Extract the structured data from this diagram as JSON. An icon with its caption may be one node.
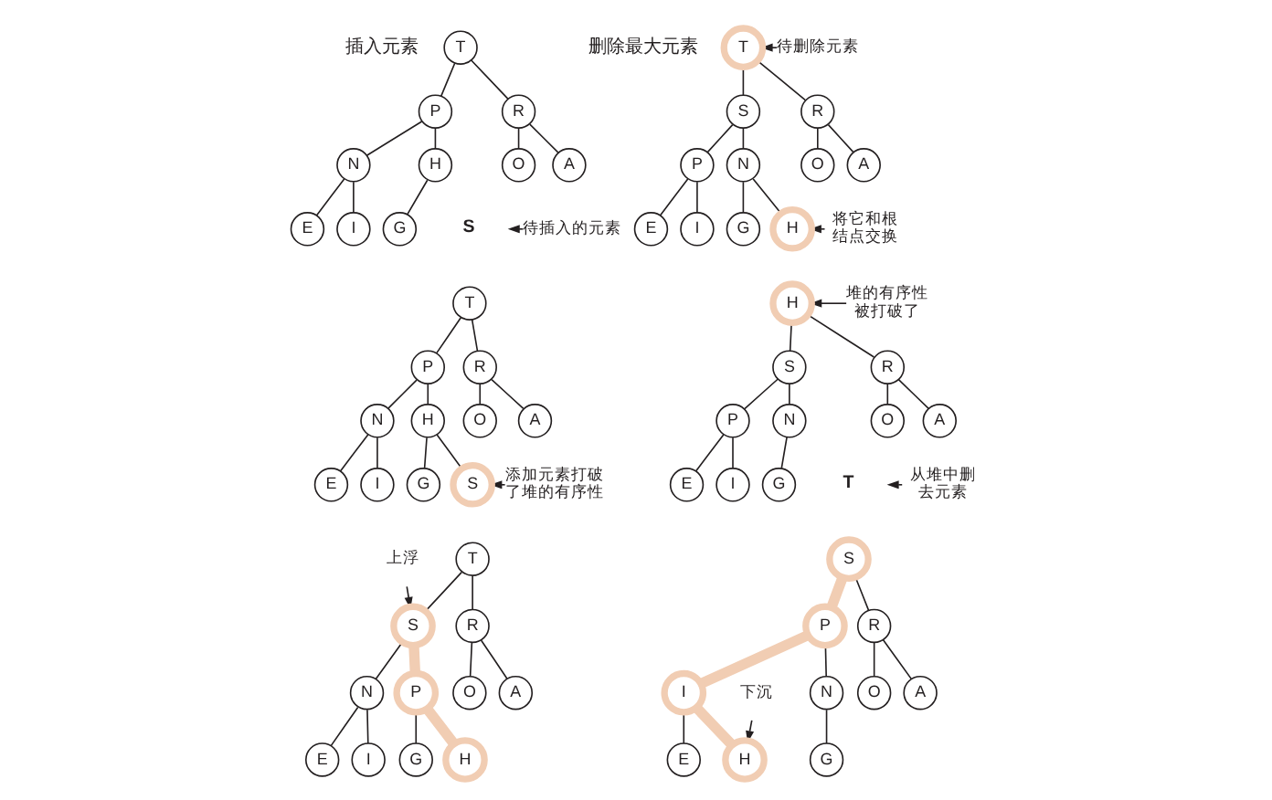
{
  "diagram": {
    "nodes": [
      {
        "text": [
          "T"
        ]
      },
      {
        "text": [
          "P"
        ]
      },
      {
        "text": [
          "R"
        ]
      },
      {
        "text": [
          "N"
        ]
      },
      {
        "text": [
          "H"
        ]
      },
      {
        "text": [
          "O"
        ]
      },
      {
        "text": [
          "A"
        ]
      },
      {
        "text": [
          "E"
        ]
      },
      {
        "text": [
          "I"
        ]
      },
      {
        "text": [
          "G"
        ]
      },
      {
        "text": [
          "S"
        ]
      },
      {
        "text": [
          "待插入的元素"
        ]
      },
      {
        "text": [
          "T"
        ]
      },
      {
        "text": [
          "待删除元素"
        ]
      },
      {
        "text": [
          "S"
        ]
      },
      {
        "text": [
          "R"
        ]
      },
      {
        "text": [
          "P"
        ]
      },
      {
        "text": [
          "N"
        ]
      },
      {
        "text": [
          "O"
        ]
      },
      {
        "text": [
          "A"
        ]
      },
      {
        "text": [
          "E"
        ]
      },
      {
        "text": [
          "I"
        ]
      },
      {
        "text": [
          "G"
        ]
      },
      {
        "text": [
          "H"
        ]
      },
      {
        "text": [
          "将它和根结点交换"
        ]
      },
      {
        "text": [
          "T"
        ]
      },
      {
        "text": [
          "P"
        ]
      },
      {
        "text": [
          "R"
        ]
      },
      {
        "text": [
          "N"
        ]
      },
      {
        "text": [
          "H"
        ]
      },
      {
        "text": [
          "O"
        ]
      },
      {
        "text": [
          "A"
        ]
      },
      {
        "text": [
          "E"
        ]
      },
      {
        "text": [
          "I"
        ]
      },
      {
        "text": [
          "G"
        ]
      },
      {
        "text": [
          "S"
        ]
      },
      {
        "text": [
          "添加元素打破了堆的有序性"
        ]
      },
      {
        "text": [
          "H"
        ]
      },
      {
        "text": [
          "堆的有序性被打破了"
        ]
      },
      {
        "text": [
          "S"
        ]
      },
      {
        "text": [
          "R"
        ]
      },
      {
        "text": [
          "P"
        ]
      },
      {
        "text": [
          "N"
        ]
      },
      {
        "text": [
          "O"
        ]
      },
      {
        "text": [
          "A"
        ]
      },
      {
        "text": [
          "E"
        ]
      },
      {
        "text": [
          "I"
        ]
      },
      {
        "text": [
          "G"
        ]
      },
      {
        "text": [
          "T"
        ]
      },
      {
        "text": [
          "从堆中删去元素"
        ]
      },
      {
        "text": [
          "T"
        ]
      },
      {
        "text": [
          "上浮"
        ]
      },
      {
        "text": [
          "S"
        ]
      },
      {
        "text": [
          "R"
        ]
      },
      {
        "text": [
          "N"
        ]
      },
      {
        "text": [
          "P"
        ]
      },
      {
        "text": [
          "O"
        ]
      },
      {
        "text": [
          "A"
        ]
      },
      {
        "text": [
          "E"
        ]
      },
      {
        "text": [
          "I"
        ]
      },
      {
        "text": [
          "G"
        ]
      },
      {
        "text": [
          "H"
        ]
      },
      {
        "text": [
          "S"
        ]
      },
      {
        "text": [
          "P"
        ]
      },
      {
        "text": [
          "R"
        ]
      },
      {
        "text": [
          "I"
        ]
      },
      {
        "text": [
          "N"
        ]
      },
      {
        "text": [
          "O"
        ]
      },
      {
        "text": [
          "A"
        ]
      },
      {
        "text": [
          "下沉"
        ]
      },
      {
        "text": [
          "E"
        ]
      },
      {
        "text": [
          "H"
        ]
      },
      {
        "text": [
          "G"
        ]
      }
    ],
    "edges": [
      {
        "from": 0,
        "to": 1,
        "arrow": "none"
      },
      {
        "from": 0,
        "to": 2,
        "arrow": "none"
      },
      {
        "from": 1,
        "to": 3,
        "arrow": "none"
      },
      {
        "from": 1,
        "to": 4,
        "arrow": "none"
      },
      {
        "from": 2,
        "to": 5,
        "arrow": "none"
      },
      {
        "from": 2,
        "to": 6,
        "arrow": "none"
      },
      {
        "from": 3,
        "to": 7,
        "arrow": "none"
      },
      {
        "from": 3,
        "to": 8,
        "arrow": "none"
      },
      {
        "from": 4,
        "to": 9,
        "arrow": "none"
      },
      {
        "from": 11,
        "to": 10,
        "arrow": "to"
      },
      {
        "from": 12,
        "to": 14,
        "arrow": "none"
      },
      {
        "from": 12,
        "to": 15,
        "arrow": "none"
      },
      {
        "from": 14,
        "to": 16,
        "arrow": "none"
      },
      {
        "from": 14,
        "to": 17,
        "arrow": "none"
      },
      {
        "from": 15,
        "to": 18,
        "arrow": "none"
      },
      {
        "from": 15,
        "to": 19,
        "arrow": "none"
      },
      {
        "from": 16,
        "to": 20,
        "arrow": "none"
      },
      {
        "from": 16,
        "to": 21,
        "arrow": "none"
      },
      {
        "from": 17,
        "to": 22,
        "arrow": "none"
      },
      {
        "from": 17,
        "to": 23,
        "arrow": "none"
      },
      {
        "from": 13,
        "to": 12,
        "arrow": "to"
      },
      {
        "from": 24,
        "to": 23,
        "arrow": "to"
      },
      {
        "from": 25,
        "to": 26,
        "arrow": "none"
      },
      {
        "from": 25,
        "to": 27,
        "arrow": "none"
      },
      {
        "from": 26,
        "to": 28,
        "arrow": "none"
      },
      {
        "from": 26,
        "to": 29,
        "arrow": "none"
      },
      {
        "from": 27,
        "to": 30,
        "arrow": "none"
      },
      {
        "from": 27,
        "to": 31,
        "arrow": "none"
      },
      {
        "from": 28,
        "to": 32,
        "arrow": "none"
      },
      {
        "from": 28,
        "to": 33,
        "arrow": "none"
      },
      {
        "from": 29,
        "to": 34,
        "arrow": "none"
      },
      {
        "from": 29,
        "to": 35,
        "arrow": "none"
      },
      {
        "from": 36,
        "to": 35,
        "arrow": "to"
      },
      {
        "from": 37,
        "to": 39,
        "arrow": "none"
      },
      {
        "from": 37,
        "to": 40,
        "arrow": "none"
      },
      {
        "from": 39,
        "to": 41,
        "arrow": "none"
      },
      {
        "from": 39,
        "to": 42,
        "arrow": "none"
      },
      {
        "from": 40,
        "to": 43,
        "arrow": "none"
      },
      {
        "from": 40,
        "to": 44,
        "arrow": "none"
      },
      {
        "from": 41,
        "to": 45,
        "arrow": "none"
      },
      {
        "from": 41,
        "to": 46,
        "arrow": "none"
      },
      {
        "from": 42,
        "to": 47,
        "arrow": "none"
      },
      {
        "from": 38,
        "to": 37,
        "arrow": "to"
      },
      {
        "from": 49,
        "to": 48,
        "arrow": "to"
      },
      {
        "from": 50,
        "to": 52,
        "arrow": "none"
      },
      {
        "from": 50,
        "to": 53,
        "arrow": "none"
      },
      {
        "from": 52,
        "to": 54,
        "arrow": "none"
      },
      {
        "from": 52,
        "to": 55,
        "arrow": "none",
        "style": "thick",
        "color": "#f1cdb3"
      },
      {
        "from": 53,
        "to": 56,
        "arrow": "none"
      },
      {
        "from": 53,
        "to": 57,
        "arrow": "none"
      },
      {
        "from": 54,
        "to": 58,
        "arrow": "none"
      },
      {
        "from": 54,
        "to": 59,
        "arrow": "none"
      },
      {
        "from": 55,
        "to": 60,
        "arrow": "none"
      },
      {
        "from": 55,
        "to": 61,
        "arrow": "none",
        "style": "thick",
        "color": "#f1cdb3"
      },
      {
        "from": 51,
        "to": 52,
        "arrow": "to"
      },
      {
        "from": 62,
        "to": 63,
        "arrow": "none",
        "style": "thick",
        "color": "#f1cdb3"
      },
      {
        "from": 62,
        "to": 64,
        "arrow": "none"
      },
      {
        "from": 63,
        "to": 65,
        "arrow": "none",
        "style": "thick",
        "color": "#f1cdb3"
      },
      {
        "from": 63,
        "to": 66,
        "arrow": "none"
      },
      {
        "from": 64,
        "to": 67,
        "arrow": "none"
      },
      {
        "from": 64,
        "to": 68,
        "arrow": "none"
      },
      {
        "from": 65,
        "to": 70,
        "arrow": "none"
      },
      {
        "from": 65,
        "to": 71,
        "arrow": "none",
        "style": "thick",
        "color": "#f1cdb3"
      },
      {
        "from": 66,
        "to": 72,
        "arrow": "none"
      },
      {
        "from": 69,
        "to": 71,
        "arrow": "to"
      }
    ],
    "labels": [
      "插入元素",
      "删除最大元素"
    ]
  }
}
